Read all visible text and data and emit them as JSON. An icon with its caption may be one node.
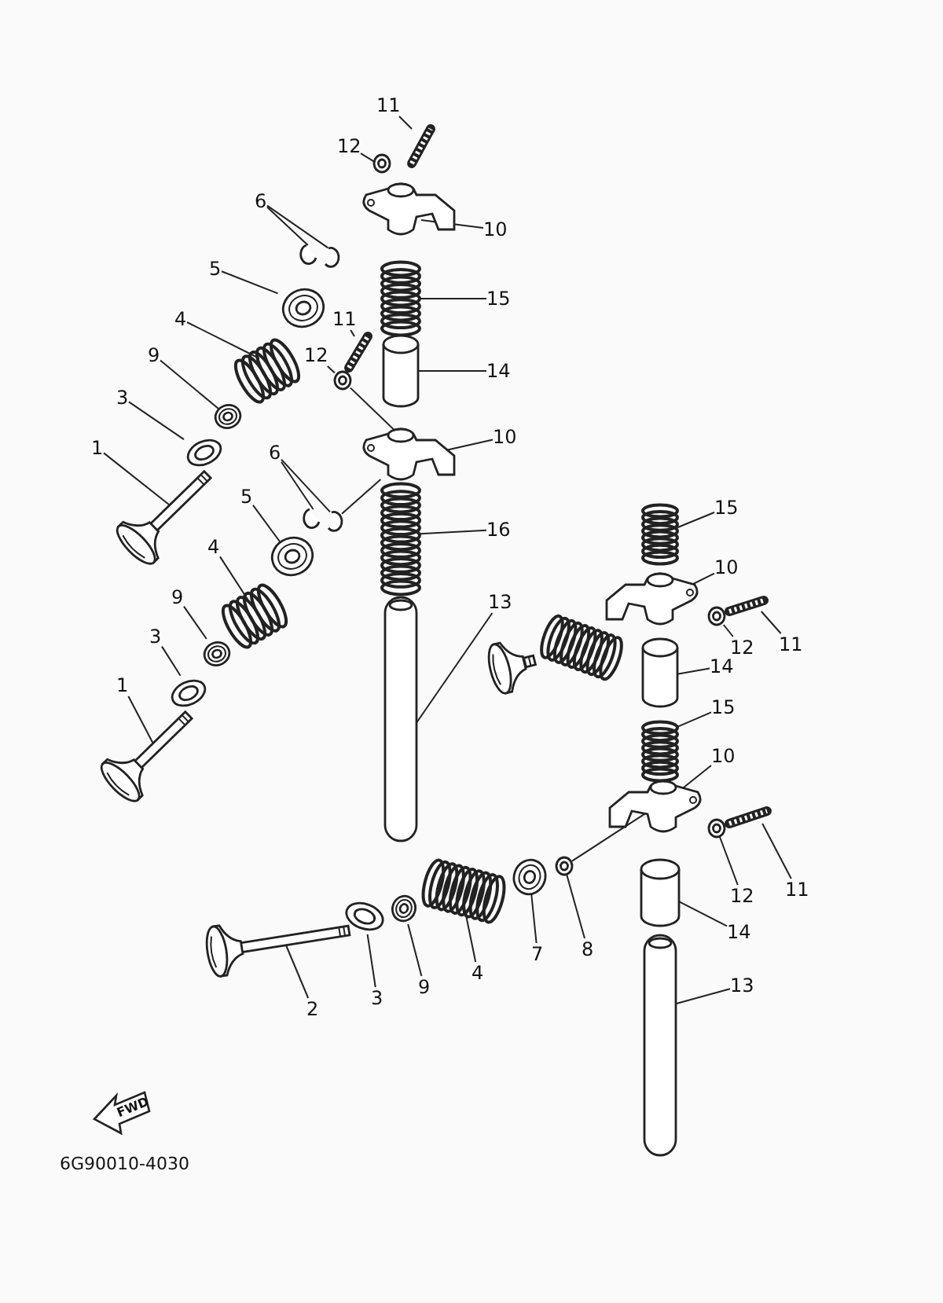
{
  "diagram": {
    "nodes": [
      {
        "text": [
          "11"
        ]
      },
      {
        "text": [
          "12"
        ]
      },
      {
        "text": [
          "6"
        ]
      },
      {
        "text": [
          "10"
        ]
      },
      {
        "text": [
          "5"
        ]
      },
      {
        "text": [
          "15"
        ]
      },
      {
        "text": [
          "4"
        ]
      },
      {
        "text": [
          "11"
        ]
      },
      {
        "text": [
          "12"
        ]
      },
      {
        "text": [
          "9"
        ]
      },
      {
        "text": [
          "14"
        ]
      },
      {
        "text": [
          "3"
        ]
      },
      {
        "text": [
          "10"
        ]
      },
      {
        "text": [
          "1"
        ]
      },
      {
        "text": [
          "6"
        ]
      },
      {
        "text": [
          "5"
        ]
      },
      {
        "text": [
          "16"
        ]
      },
      {
        "text": [
          "4"
        ]
      },
      {
        "text": [
          "15"
        ]
      },
      {
        "text": [
          "10"
        ]
      },
      {
        "text": [
          "9"
        ]
      },
      {
        "text": [
          "13"
        ]
      },
      {
        "text": [
          "3"
        ]
      },
      {
        "text": [
          "12"
        ]
      },
      {
        "text": [
          "11"
        ]
      },
      {
        "text": [
          "14"
        ]
      },
      {
        "text": [
          "1"
        ]
      },
      {
        "text": [
          "15"
        ]
      },
      {
        "text": [
          "10"
        ]
      },
      {
        "text": [
          "12"
        ]
      },
      {
        "text": [
          "11"
        ]
      },
      {
        "text": [
          "8"
        ]
      },
      {
        "text": [
          "7"
        ]
      },
      {
        "text": [
          "4"
        ]
      },
      {
        "text": [
          "14"
        ]
      },
      {
        "text": [
          "9"
        ]
      },
      {
        "text": [
          "3"
        ]
      },
      {
        "text": [
          "2"
        ]
      },
      {
        "text": [
          "13"
        ]
      },
      {
        "text": [],
        "shape": "picture"
      },
      {
        "text": [],
        "shape": "picture"
      },
      {
        "text": [],
        "shape": "picture"
      },
      {
        "text": [],
        "shape": "picture"
      },
      {
        "text": [],
        "shape": "picture"
      },
      {
        "text": [],
        "shape": "picture"
      },
      {
        "text": [],
        "shape": "picture"
      },
      {
        "text": [],
        "shape": "picture"
      },
      {
        "text": [],
        "shape": "picture"
      },
      {
        "text": [],
        "shape": "picture"
      },
      {
        "text": [],
        "shape": "picture"
      },
      {
        "text": [],
        "shape": "cylinder"
      },
      {
        "text": [],
        "shape": "picture"
      },
      {
        "text": [],
        "shape": "picture"
      },
      {
        "text": [],
        "shape": "picture"
      },
      {
        "text": [],
        "shape": "picture"
      },
      {
        "text": [],
        "shape": "picture"
      },
      {
        "text": [],
        "shape": "picture"
      },
      {
        "text": [],
        "shape": "picture"
      },
      {
        "text": [],
        "shape": "picture"
      },
      {
        "text": [],
        "shape": "picture"
      },
      {
        "text": [],
        "shape": "picture"
      },
      {
        "text": [],
        "shape": "picture"
      },
      {
        "text": [],
        "shape": "picture"
      },
      {
        "text": [],
        "shape": "picture"
      },
      {
        "text": [],
        "shape": "picture"
      },
      {
        "text": [],
        "shape": "picture"
      },
      {
        "text": [],
        "shape": "cylinder"
      },
      {
        "text": [],
        "shape": "picture"
      },
      {
        "text": [],
        "shape": "picture"
      },
      {
        "text": [],
        "shape": "picture"
      },
      {
        "text": [],
        "shape": "picture"
      },
      {
        "text": [],
        "shape": "picture"
      },
      {
        "text": [],
        "shape": "picture"
      },
      {
        "text": [],
        "shape": "picture"
      },
      {
        "text": [],
        "shape": "picture"
      },
      {
        "text": [],
        "shape": "cylinder"
      },
      {
        "text": [],
        "shape": "picture"
      },
      {
        "text": [],
        "shape": "picture"
      },
      {
        "text": [],
        "shape": "picture"
      },
      {
        "text": [],
        "shape": "picture"
      }
    ],
    "edges": [
      {
        "from": 0,
        "to": 39,
        "arrow": "none"
      },
      {
        "from": 1,
        "to": 40,
        "arrow": "none"
      },
      {
        "from": 2,
        "to": 41,
        "arrow": "none"
      },
      {
        "from": 2,
        "to": 42,
        "arrow": "none"
      },
      {
        "from": 3,
        "to": 43,
        "arrow": "none"
      },
      {
        "from": 4,
        "to": 44,
        "arrow": "none"
      },
      {
        "from": 5,
        "to": 45,
        "arrow": "none"
      },
      {
        "from": 6,
        "to": 46,
        "arrow": "none"
      },
      {
        "from": 7,
        "to": 47,
        "arrow": "none"
      },
      {
        "from": 8,
        "to": 48,
        "arrow": "none"
      },
      {
        "from": 9,
        "to": 49,
        "arrow": "none"
      },
      {
        "from": 10,
        "to": 50,
        "arrow": "none"
      },
      {
        "from": 11,
        "to": 51,
        "arrow": "none"
      },
      {
        "from": 12,
        "to": 52,
        "arrow": "none"
      },
      {
        "from": 13,
        "to": 53,
        "arrow": "none"
      },
      {
        "from": 14,
        "to": 54,
        "arrow": "none"
      },
      {
        "from": 14,
        "to": 55,
        "arrow": "none"
      },
      {
        "from": 15,
        "to": 56,
        "arrow": "none"
      },
      {
        "from": 16,
        "to": 57,
        "arrow": "none"
      },
      {
        "from": 17,
        "to": 58,
        "arrow": "none"
      },
      {
        "from": 18,
        "to": 59,
        "arrow": "none"
      },
      {
        "from": 19,
        "to": 60,
        "arrow": "none"
      },
      {
        "from": 20,
        "to": 61,
        "arrow": "none"
      },
      {
        "from": 21,
        "to": 62,
        "arrow": "none"
      },
      {
        "from": 22,
        "to": 63,
        "arrow": "none"
      },
      {
        "from": 23,
        "to": 64,
        "arrow": "none"
      },
      {
        "from": 24,
        "to": 65,
        "arrow": "none"
      },
      {
        "from": 25,
        "to": 66,
        "arrow": "none"
      },
      {
        "from": 26,
        "to": 67,
        "arrow": "none"
      },
      {
        "from": 27,
        "to": 68,
        "arrow": "none"
      },
      {
        "from": 28,
        "to": 69,
        "arrow": "none"
      },
      {
        "from": 29,
        "to": 70,
        "arrow": "none"
      },
      {
        "from": 30,
        "to": 71,
        "arrow": "none"
      },
      {
        "from": 31,
        "to": 72,
        "arrow": "none"
      },
      {
        "from": 32,
        "to": 73,
        "arrow": "none"
      },
      {
        "from": 33,
        "to": 74,
        "arrow": "none"
      },
      {
        "from": 34,
        "to": 75,
        "arrow": "none"
      },
      {
        "from": 35,
        "to": 76,
        "arrow": "none"
      },
      {
        "from": 36,
        "to": 77,
        "arrow": "none"
      },
      {
        "from": 37,
        "to": 78,
        "arrow": "none"
      },
      {
        "from": 38,
        "to": 79,
        "arrow": "none"
      },
      {
        "from": 48,
        "to": 52,
        "arrow": "none"
      },
      {
        "from": 52,
        "to": 55,
        "arrow": "none"
      },
      {
        "from": 72,
        "to": 69,
        "arrow": "none"
      }
    ],
    "labels": [
      "FWD",
      "6G90010-4030"
    ]
  }
}
